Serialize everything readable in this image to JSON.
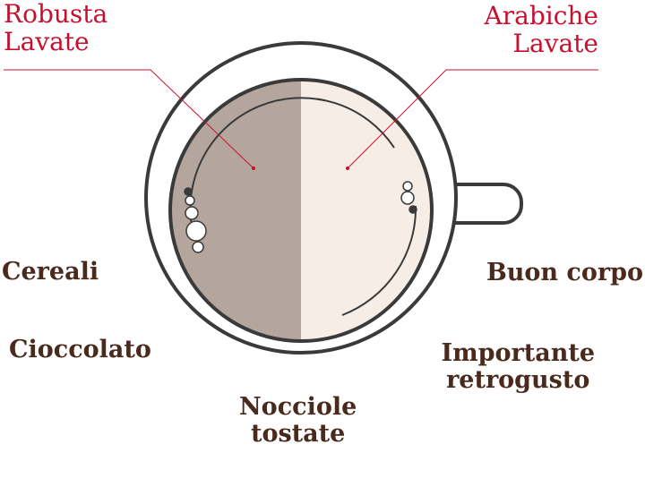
{
  "blends": {
    "left": {
      "line1": "Robusta",
      "line2": "Lavate"
    },
    "right": {
      "line1": "Arabiche",
      "line2": "Lavate"
    }
  },
  "notes": {
    "cereali": "Cereali",
    "cioccolato": "Cioccolato",
    "nocciole_line1": "Nocciole",
    "nocciole_line2": "tostate",
    "buon_corpo": "Buon corpo",
    "retrogusto_line1": "Importante",
    "retrogusto_line2": "retrogusto"
  },
  "colors": {
    "accent": "#c8102e",
    "text": "#4a2a1c",
    "robusta_fill": "#b4a69c",
    "arabica_fill": "#f6ede6",
    "outline": "#3a3a3a"
  }
}
